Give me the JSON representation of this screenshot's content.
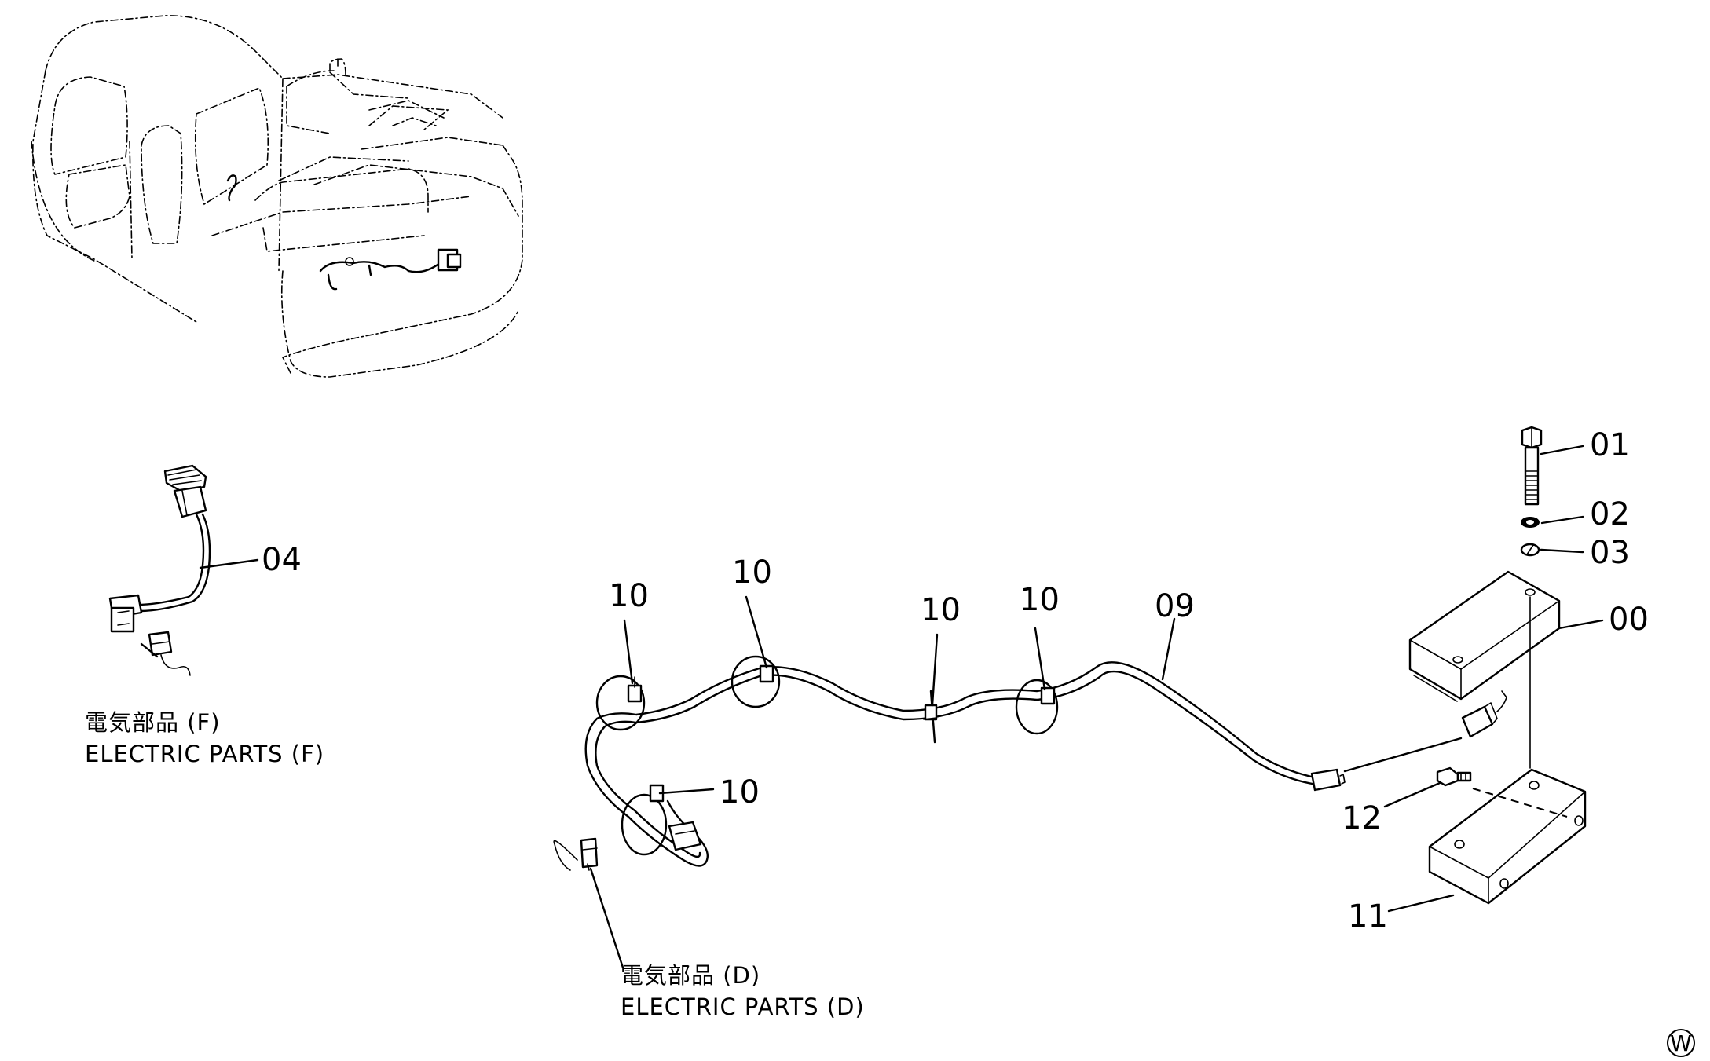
{
  "callouts": {
    "c00": "00",
    "c01": "01",
    "c02": "02",
    "c03": "03",
    "c04": "04",
    "c09": "09",
    "c10a": "10",
    "c10b": "10",
    "c10c": "10",
    "c10d": "10",
    "c10e": "10",
    "c11": "11",
    "c12": "12"
  },
  "labels": {
    "electric_f_jp": "電気部品 (F)",
    "electric_f_en": "ELECTRIC  PARTS  (F)",
    "electric_d_jp": "電気部品 (D)",
    "electric_d_en": "ELECTRIC  PARTS  (D)"
  },
  "watermark": "W"
}
